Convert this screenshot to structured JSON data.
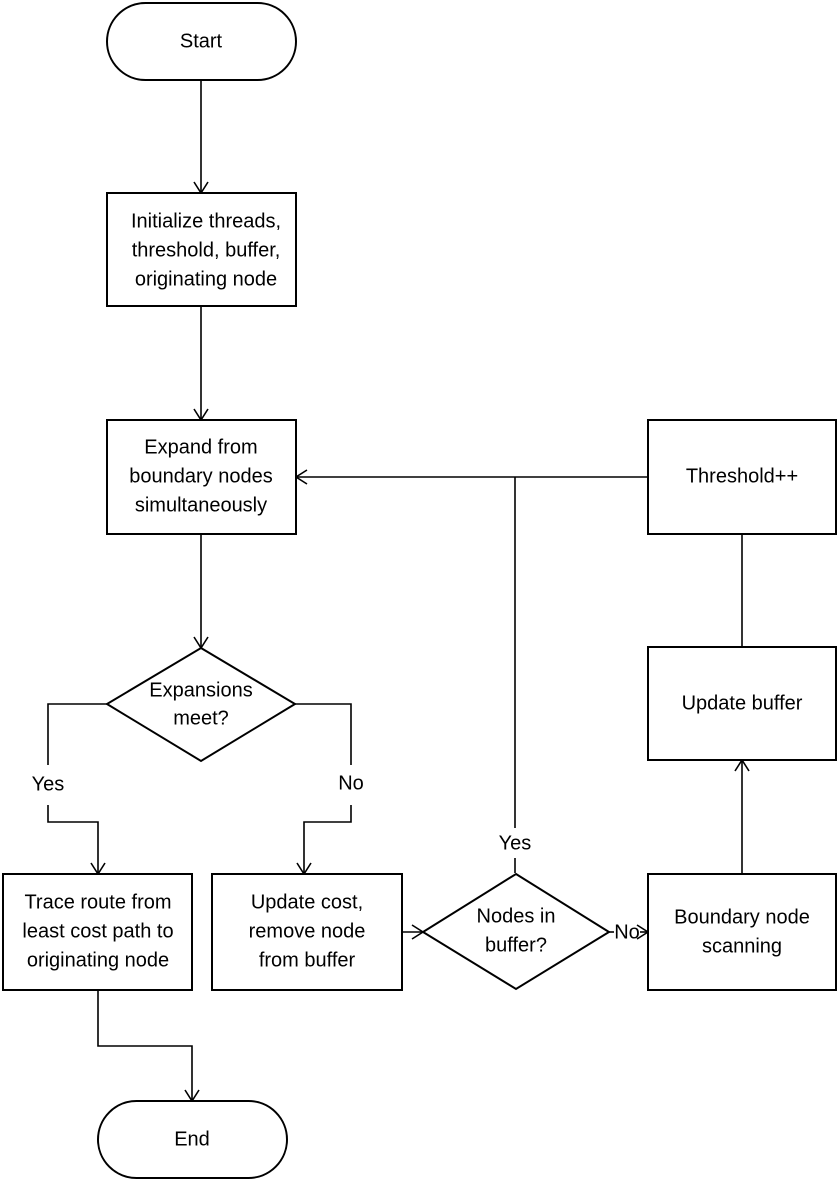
{
  "nodes": {
    "start": "Start",
    "init": [
      "Initialize threads,",
      "threshold, buffer,",
      "originating node"
    ],
    "expand": [
      "Expand from",
      "boundary nodes",
      "simultaneously"
    ],
    "threshold": "Threshold++",
    "meet": [
      "Expansions",
      "meet?"
    ],
    "update_buffer": "Update buffer",
    "trace": [
      "Trace route from",
      "least cost path to",
      "originating node"
    ],
    "update_cost": [
      "Update cost,",
      "remove node",
      "from buffer"
    ],
    "nodes_in_buffer": [
      "Nodes in",
      "buffer?"
    ],
    "scan": [
      "Boundary node",
      "scanning"
    ],
    "end": "End"
  },
  "edge_labels": {
    "meet_yes": "Yes",
    "meet_no": "No",
    "buffer_yes": "Yes",
    "buffer_no": "No"
  }
}
